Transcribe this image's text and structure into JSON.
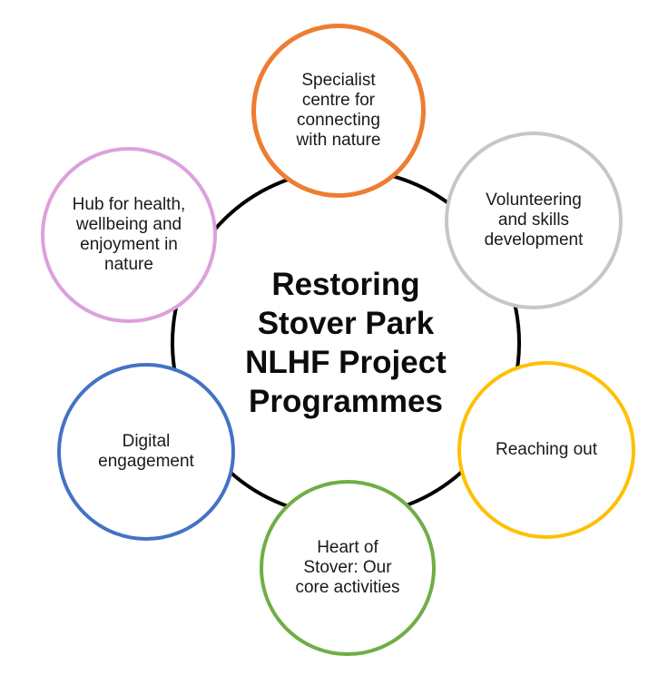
{
  "diagram": {
    "title": "Restoring\nStover Park\nNLHF Project\nProgrammes",
    "title_color": "#0c0c0c",
    "ring_color": "#000000",
    "background_color": "#ffffff",
    "label_text_color": "#1a1a1a",
    "nodes": [
      {
        "id": "specialist-centre",
        "label": "Specialist\ncentre for\nconnecting\nwith nature",
        "color": "#ED7D31",
        "position": "top"
      },
      {
        "id": "volunteering-skills",
        "label": "Volunteering\nand skills\ndevelopment",
        "color": "#C6C6C6",
        "position": "top-right"
      },
      {
        "id": "reaching-out",
        "label": "Reaching out",
        "color": "#FFC000",
        "position": "right"
      },
      {
        "id": "heart-of-stover",
        "label": "Heart of\nStover: Our\ncore activities",
        "color": "#70AD47",
        "position": "bottom"
      },
      {
        "id": "digital-engagement",
        "label": "Digital\nengagement",
        "color": "#4472C4",
        "position": "bottom-left"
      },
      {
        "id": "hub-health-wellbeing",
        "label": "Hub for health,\nwellbeing and\nenjoyment in\nnature",
        "color": "#DDA0DD",
        "position": "top-left"
      }
    ]
  }
}
